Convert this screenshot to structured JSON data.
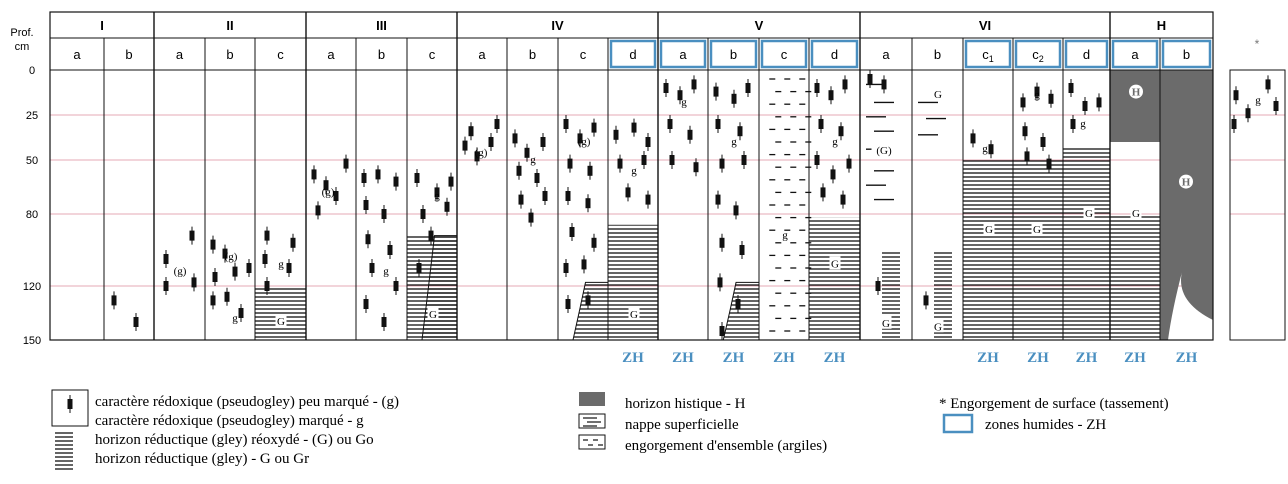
{
  "axis": {
    "title_line1": "Prof.",
    "title_line2": "cm",
    "ticks": [
      "0",
      "25",
      "50",
      "80",
      "120",
      "150"
    ],
    "tick_values": [
      0,
      25,
      50,
      80,
      120,
      150
    ]
  },
  "classes": [
    {
      "label": "I",
      "subs": [
        {
          "label": "a"
        },
        {
          "label": "b"
        }
      ]
    },
    {
      "label": "II",
      "subs": [
        {
          "label": "a"
        },
        {
          "label": "b"
        },
        {
          "label": "c"
        }
      ]
    },
    {
      "label": "III",
      "subs": [
        {
          "label": "a"
        },
        {
          "label": "b"
        },
        {
          "label": "c"
        }
      ]
    },
    {
      "label": "IV",
      "subs": [
        {
          "label": "a"
        },
        {
          "label": "b"
        },
        {
          "label": "c"
        },
        {
          "label": "d",
          "zh": true
        }
      ]
    },
    {
      "label": "V",
      "subs": [
        {
          "label": "a",
          "zh": true
        },
        {
          "label": "b",
          "zh": true
        },
        {
          "label": "c",
          "zh": true
        },
        {
          "label": "d",
          "zh": true
        }
      ]
    },
    {
      "label": "VI",
      "subs": [
        {
          "label": "a"
        },
        {
          "label": "b"
        },
        {
          "label": "c",
          "sub": "1",
          "zh": true
        },
        {
          "label": "c",
          "sub": "2",
          "zh": true
        },
        {
          "label": "d",
          "zh": true
        }
      ]
    },
    {
      "label": "H",
      "subs": [
        {
          "label": "a",
          "zh": true
        },
        {
          "label": "b",
          "zh": true
        }
      ]
    }
  ],
  "zh_label": "ZH",
  "surface_column": {
    "label": "*",
    "note_symbol": "g"
  },
  "profile_labels": {
    "g_paren": "(g)",
    "g": "g",
    "G_paren": "(G)",
    "G": "G",
    "H": "H"
  },
  "legend": {
    "left": [
      "caractère rédoxique (pseudogley) peu marqué - (g)",
      "caractère rédoxique (pseudogley) marqué - g",
      "horizon réductique (gley) réoxydé - (G) ou Go",
      "horizon réductique (gley) - G ou Gr"
    ],
    "middle": [
      "horizon histique - H",
      "nappe superficielle",
      "engorgement d'ensemble (argiles)"
    ],
    "right": [
      "* Engorgement de surface (tassement)",
      "zones humides - ZH"
    ]
  },
  "colors": {
    "line": "#111111",
    "zh_blue": "#4a8fc0",
    "grid_pink": "#e6a8b4",
    "histic": "#6b6b6b"
  }
}
